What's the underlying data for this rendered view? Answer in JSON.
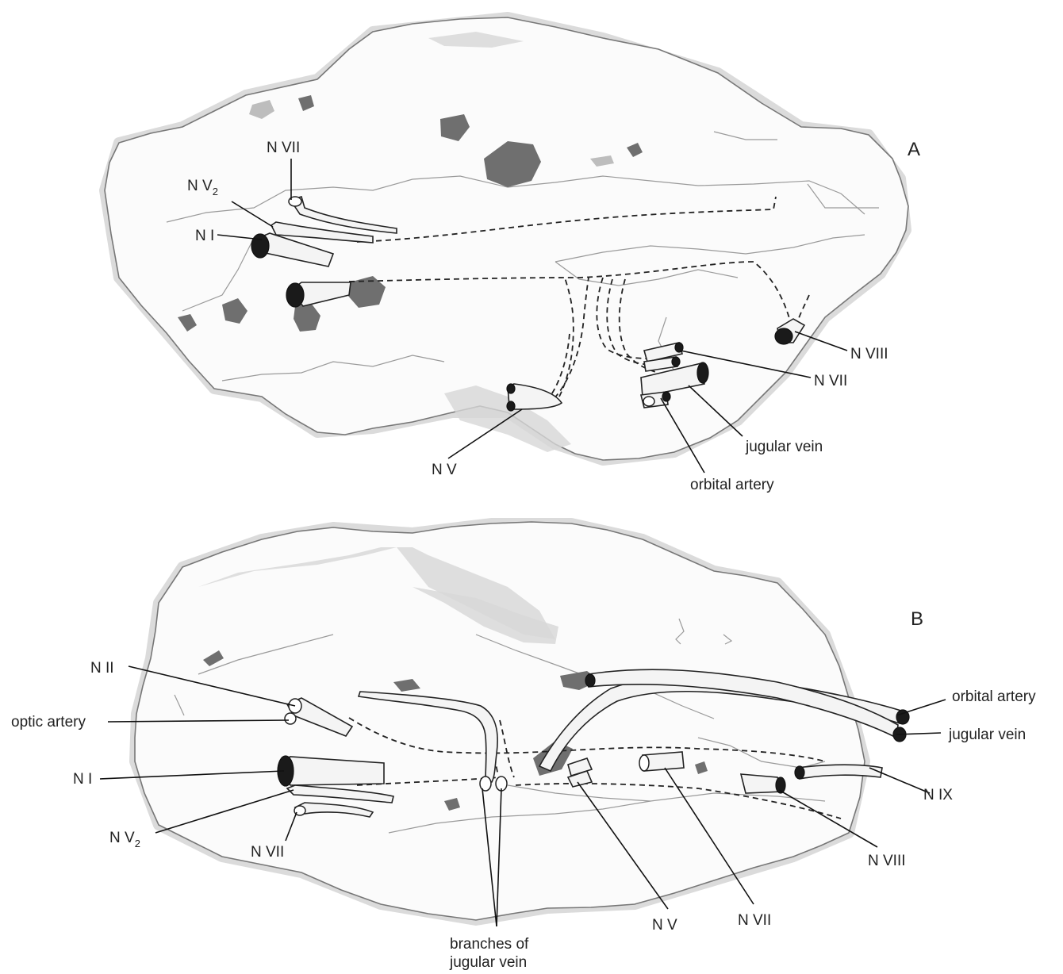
{
  "panels": [
    {
      "letter": "A",
      "labels": {
        "n_vii_top": "N VII",
        "n_v2": "N V",
        "n_v2_sub": "2",
        "n_i": "N I",
        "n_viii": "N VIII",
        "n_vii_right": "N VII",
        "jugular_vein": "jugular vein",
        "n_v": "N V",
        "orbital_artery": "orbital artery"
      }
    },
    {
      "letter": "B",
      "labels": {
        "n_ii": "N II",
        "optic_artery": "optic artery",
        "n_i": "N I",
        "n_v2": "N V",
        "n_v2_sub": "2",
        "n_vii_left": "N VII",
        "branches_line1": "branches of",
        "branches_line2": "jugular vein",
        "n_v": "N V",
        "n_vii": "N VII",
        "n_viii": "N VIII",
        "n_ix": "N IX",
        "orbital_artery": "orbital artery",
        "jugular_vein": "jugular vein"
      }
    }
  ]
}
